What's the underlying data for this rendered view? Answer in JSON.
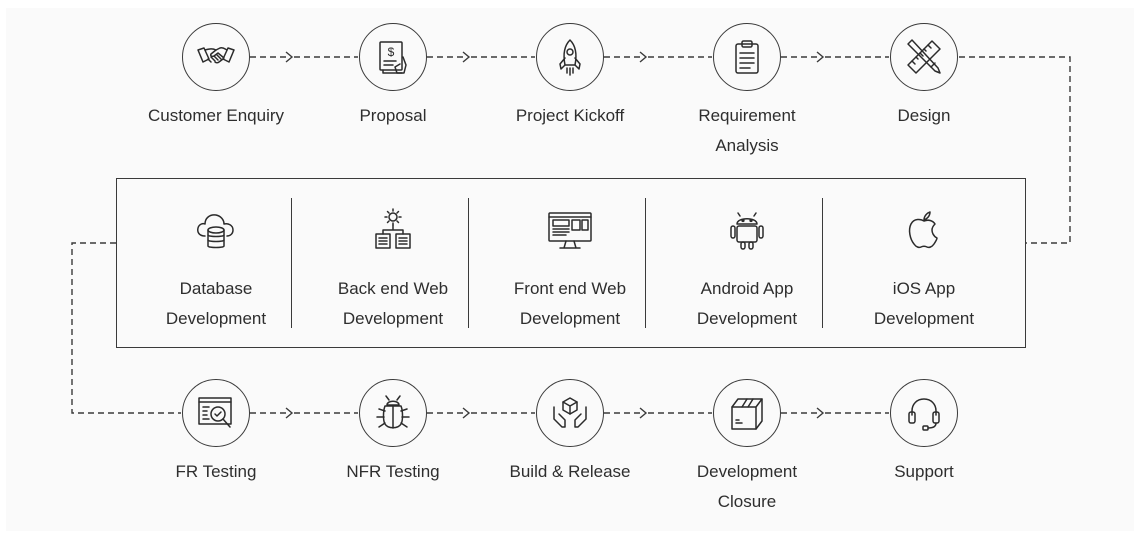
{
  "colors": {
    "background": "#fafafa",
    "stroke": "#3a3a3a",
    "text": "#2e2e2e"
  },
  "row1": [
    {
      "label": "Customer Enquiry",
      "icon": "handshake-icon"
    },
    {
      "label": "Proposal",
      "icon": "proposal-icon"
    },
    {
      "label": "Project Kickoff",
      "icon": "rocket-icon"
    },
    {
      "label": "Requirement\nAnalysis",
      "icon": "clipboard-icon"
    },
    {
      "label": "Design",
      "icon": "pencil-ruler-icon"
    }
  ],
  "row2": [
    {
      "label": "Database\nDevelopment",
      "icon": "cloud-database-icon"
    },
    {
      "label": "Back end Web\nDevelopment",
      "icon": "server-gear-icon"
    },
    {
      "label": "Front end Web\nDevelopment",
      "icon": "monitor-icon"
    },
    {
      "label": "Android App\nDevelopment",
      "icon": "android-icon"
    },
    {
      "label": "iOS App\nDevelopment",
      "icon": "apple-icon"
    }
  ],
  "row3": [
    {
      "label": "FR Testing",
      "icon": "test-search-icon"
    },
    {
      "label": "NFR Testing",
      "icon": "bug-icon"
    },
    {
      "label": "Build & Release",
      "icon": "hands-box-icon"
    },
    {
      "label": "Development\nClosure",
      "icon": "package-icon"
    },
    {
      "label": "Support",
      "icon": "headset-icon"
    }
  ]
}
